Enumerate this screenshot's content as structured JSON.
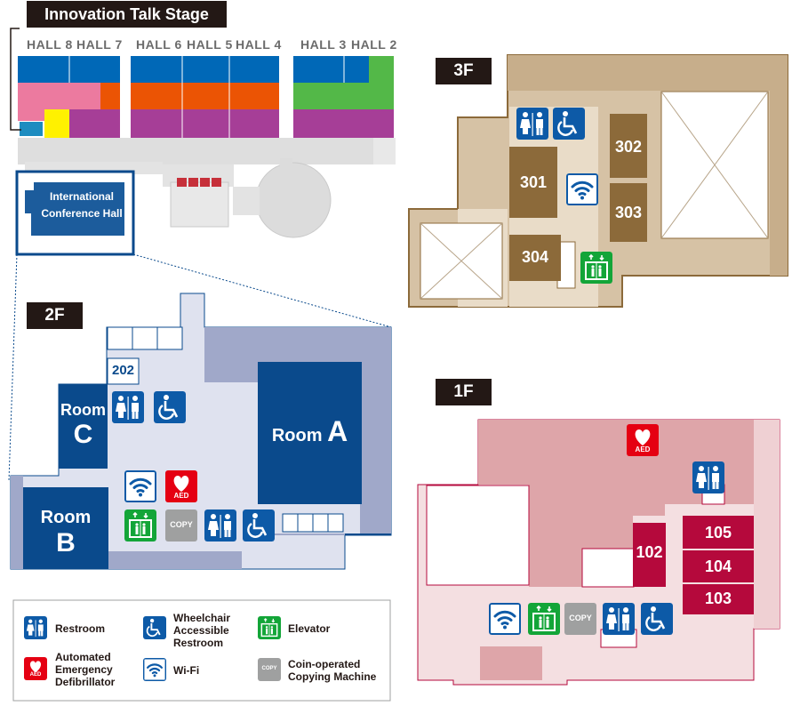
{
  "overview": {
    "stage_title": "Innovation Talk Stage",
    "halls": [
      "HALL 8",
      "HALL 7",
      "HALL 6",
      "HALL 5",
      "HALL 4",
      "HALL 3",
      "HALL 2"
    ],
    "conference_hall_label": "International Conference Hall"
  },
  "floors": {
    "f3": {
      "tag": "3F",
      "rooms": [
        "301",
        "302",
        "303",
        "304"
      ]
    },
    "f2": {
      "tag": "2F",
      "room_202": "202",
      "room_a": {
        "word": "Room",
        "letter": "A"
      },
      "room_b": {
        "word": "Room",
        "letter": "B"
      },
      "room_c": {
        "word": "Room",
        "letter": "C"
      }
    },
    "f1": {
      "tag": "1F",
      "rooms": [
        "102",
        "103",
        "104",
        "105"
      ]
    }
  },
  "icon_text": {
    "aed": "AED",
    "copy": "COPY"
  },
  "legend": {
    "restroom": "Restroom",
    "wheelchair": "Wheelchair Accessible Restroom",
    "elevator": "Elevator",
    "aed": "Automated Emergency Defibrillator",
    "wifi": "Wi-Fi",
    "copy": "Coin-operated Copying Machine"
  },
  "colors": {
    "navy": "#0a4a8c",
    "icon_blue": "#0d5aa7",
    "elevator_green": "#13a538",
    "aed_red": "#e50012",
    "copy_gray": "#9fa0a0",
    "f3_room": "#8c6a3a",
    "f1_room": "#b5093c"
  }
}
